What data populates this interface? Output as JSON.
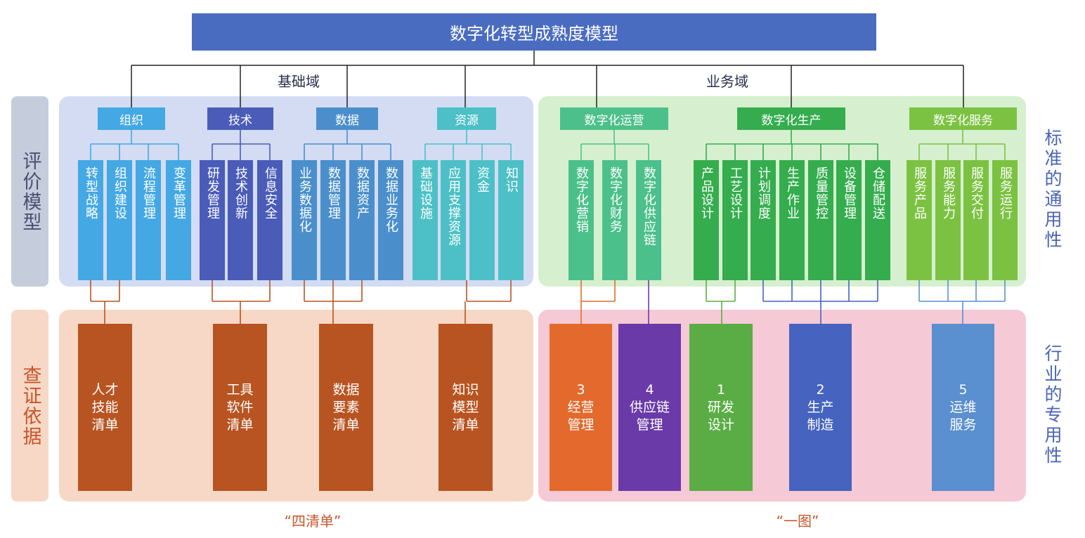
{
  "title": "数字化转型成熟度模型",
  "domains": {
    "foundation": "基础域",
    "business": "业务域"
  },
  "side": {
    "eval_model": "评价模型",
    "evidence": "查证依据"
  },
  "right": {
    "general": "标准的通用性",
    "specific": "行业的专用性"
  },
  "categories": {
    "org": {
      "label": "组织",
      "items": [
        "转型战略",
        "组织建设",
        "流程管理",
        "变革管理"
      ]
    },
    "tech": {
      "label": "技术",
      "items": [
        "研发管理",
        "技术创新",
        "信息安全"
      ]
    },
    "data": {
      "label": "数据",
      "items": [
        "业务数据化",
        "数据管理",
        "数据资产",
        "数据业务化"
      ]
    },
    "res": {
      "label": "资源",
      "items": [
        "基础设施",
        "应用支撑资源",
        "资金",
        "知识"
      ]
    },
    "ops": {
      "label": "数字化运营",
      "items": [
        "数字化营销",
        "数字化财务",
        "数字化供应链"
      ]
    },
    "prod": {
      "label": "数字化生产",
      "items": [
        "产品设计",
        "工艺设计",
        "计划调度",
        "生产作业",
        "质量管控",
        "设备管理",
        "仓储配送"
      ]
    },
    "svc": {
      "label": "数字化服务",
      "items": [
        "服务产品",
        "服务能力",
        "服务交付",
        "服务运行"
      ]
    }
  },
  "bottom": [
    "人才\n技能\n清单",
    "工具\n软件\n清单",
    "数据\n要素\n清单",
    "知识\n模型\n清单",
    "3\n经营\n管理",
    "4\n供应链\n管理",
    "1\n研发\n设计",
    "2\n生产\n制造",
    "5\n运维\n服务"
  ],
  "captions": {
    "left": "“四清单”",
    "right": "“一图”"
  },
  "colors": {
    "title": "#4a6cc0",
    "panel_blue": "#d3dcf3",
    "panel_green": "#d6f0cf",
    "panel_orange": "#f7d8c6",
    "panel_pink": "#f5c9d6",
    "org": "#44a8e4",
    "tech": "#4a5cb8",
    "data": "#4a8fcb",
    "res": "#4cc0c6",
    "ops": "#4cc08a",
    "prod": "#35ad4e",
    "svc": "#7cc242",
    "brown": "#b85421",
    "orange": "#e4692c",
    "purple": "#6a3aa8",
    "green_box": "#5aad44",
    "blue_box": "#4563bf",
    "lightblue_box": "#5a8fd0"
  }
}
